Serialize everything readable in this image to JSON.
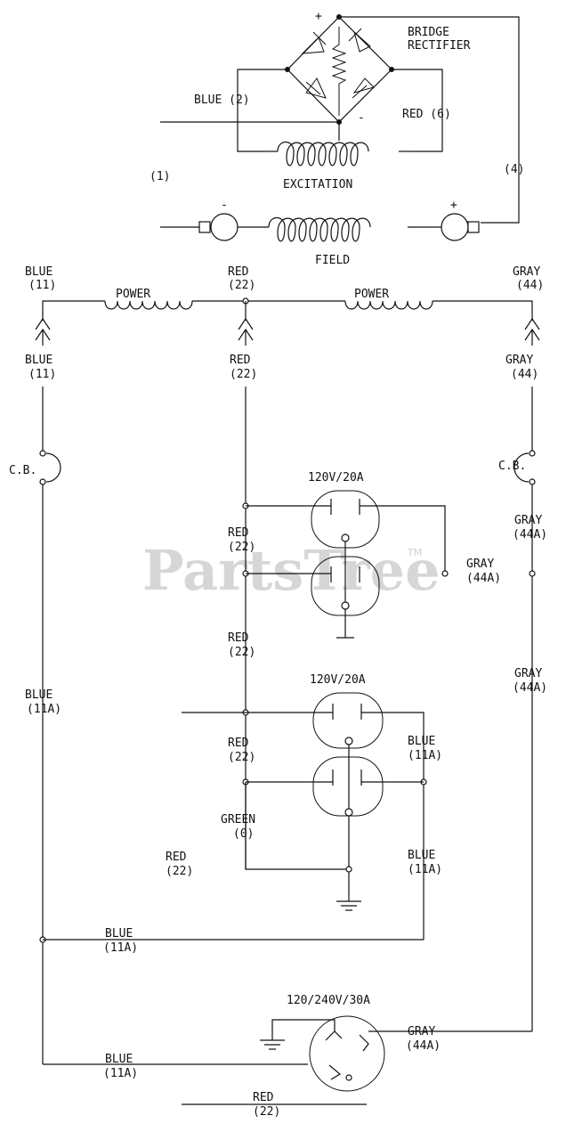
{
  "watermark": {
    "text": "PartsTree",
    "tm": "TM"
  },
  "labels": {
    "bridge_rectifier_1": "BRIDGE",
    "bridge_rectifier_2": "RECTIFIER",
    "plus_top": "+",
    "minus_bottom": "-",
    "blue_2": "BLUE (2)",
    "red_6": "RED (6)",
    "wire_1": "(1)",
    "wire_4": "(4)",
    "excitation": "EXCITATION",
    "field": "FIELD",
    "field_minus": "-",
    "field_plus": "+",
    "blue_top_a": "BLUE",
    "blue_top_b": "(11)",
    "red_top_a": "RED",
    "red_top_b": "(22)",
    "gray_top_a": "GRAY",
    "gray_top_b": "(44)",
    "power_left": "POWER",
    "power_right": "POWER",
    "blue_conn_a": "BLUE",
    "blue_conn_b": "(11)",
    "red_conn_a": "RED",
    "red_conn_b": "(22)",
    "gray_conn_a": "GRAY",
    "gray_conn_b": "(44)",
    "cb_left": "C.B.",
    "cb_right": "C.B.",
    "outlet1_rating": "120V/20A",
    "outlet2_rating": "120V/20A",
    "outlet3_rating": "120/240V/30A",
    "red_22_a1": "RED",
    "red_22_a2": "(22)",
    "gray_44a_r1": "GRAY",
    "gray_44a_r2": "(44A)",
    "gray_44a_m1": "GRAY",
    "gray_44a_m2": "(44A)",
    "red_22_b1": "RED",
    "red_22_b2": "(22)",
    "gray_44a_l1": "GRAY",
    "gray_44a_l2": "(44A)",
    "blue_11a_left1": "BLUE",
    "blue_11a_left2": "(11A)",
    "red_22_c1": "RED",
    "red_22_c2": "(22)",
    "blue_11a_o1": "BLUE",
    "blue_11a_o2": "(11A)",
    "green_0_1": "GREEN",
    "green_0_2": "(0)",
    "red_22_d1": "RED",
    "red_22_d2": "(22)",
    "blue_11a_o3": "BLUE",
    "blue_11a_o4": "(11A)",
    "blue_11a_b1": "BLUE",
    "blue_11a_b2": "(11A)",
    "gray_44a_b1": "GRAY",
    "gray_44a_b2": "(44A)",
    "blue_11a_c1": "BLUE",
    "blue_11a_c2": "(11A)",
    "red_22_e1": "RED",
    "red_22_e2": "(22)"
  }
}
